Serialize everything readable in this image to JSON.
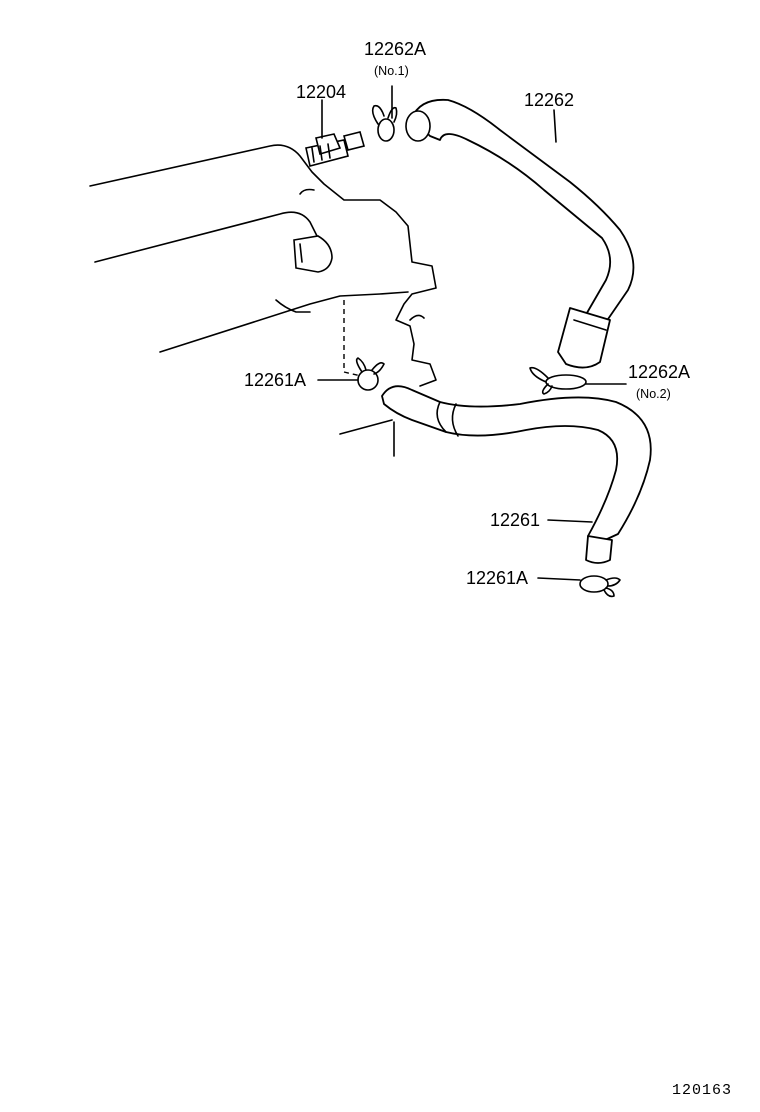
{
  "labels": {
    "clamp_no1": "12262A",
    "clamp_no1_note": "(No.1)",
    "valve": "12204",
    "hose_upper": "12262",
    "clamp_no2": "12262A",
    "clamp_no2_note": "(No.2)",
    "clamp_left": "12261A",
    "hose_lower": "12261",
    "clamp_bottom": "12261A"
  },
  "diagram_code": "120163"
}
